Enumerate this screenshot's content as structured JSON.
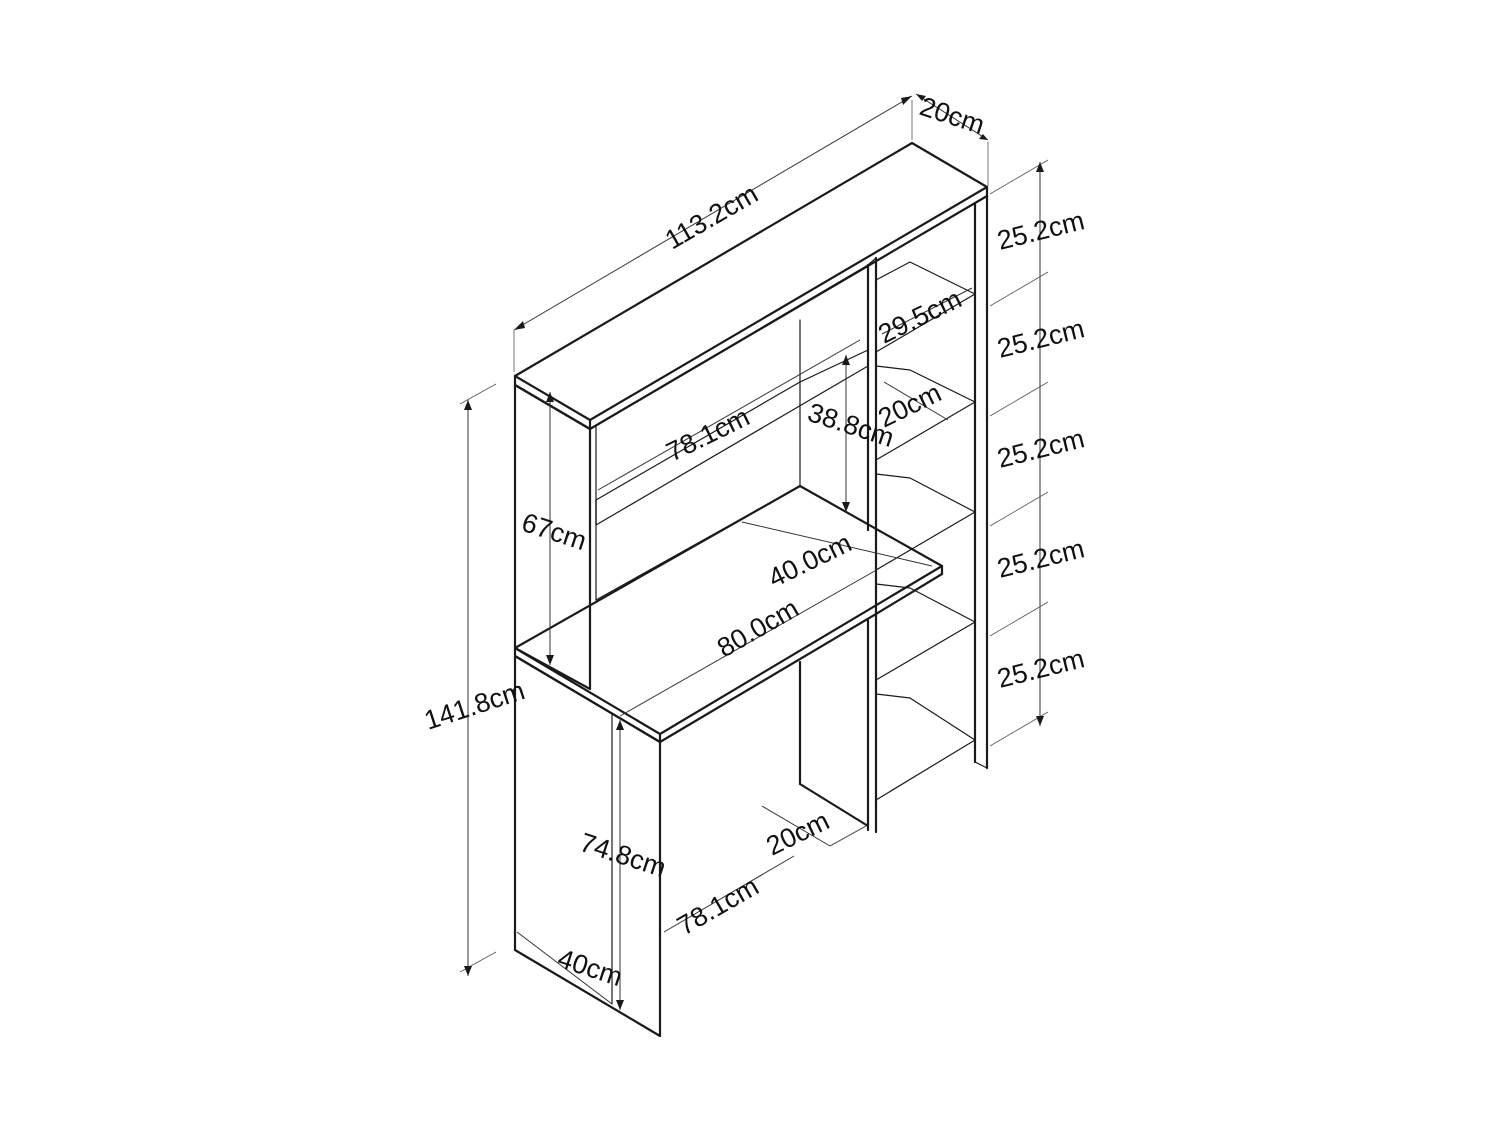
{
  "colors": {
    "line": "#1a1a1a",
    "background": "#ffffff"
  },
  "dimensions": {
    "depth_top": "20cm",
    "total_width": "113.2cm",
    "shelf_height_1": "25.2cm",
    "shelf_height_2": "25.2cm",
    "shelf_height_3": "25.2cm",
    "shelf_height_4": "25.2cm",
    "shelf_height_5": "25.2cm",
    "shelf_width": "29.5cm",
    "shelf_depth": "20cm",
    "hutch_inner_width": "78.1cm",
    "hutch_clear_height": "38.8cm",
    "hutch_height": "67cm",
    "desk_depth": "40.0cm",
    "desk_width": "80.0cm",
    "total_height": "141.8cm",
    "leg_depth": "20cm",
    "desk_height": "74.8cm",
    "knee_width": "78.1cm",
    "side_depth": "40cm"
  }
}
